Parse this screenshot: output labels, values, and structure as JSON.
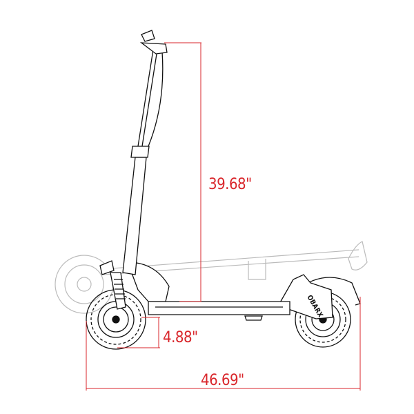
{
  "dimensions": {
    "height": "39.68\"",
    "ground_clearance": "4.88\"",
    "length": "46.69\""
  },
  "logo_text": "OBARX",
  "colors": {
    "dimension_line": "#d9262b",
    "drawing": "#111111",
    "ghost": "#bdbdbd"
  }
}
